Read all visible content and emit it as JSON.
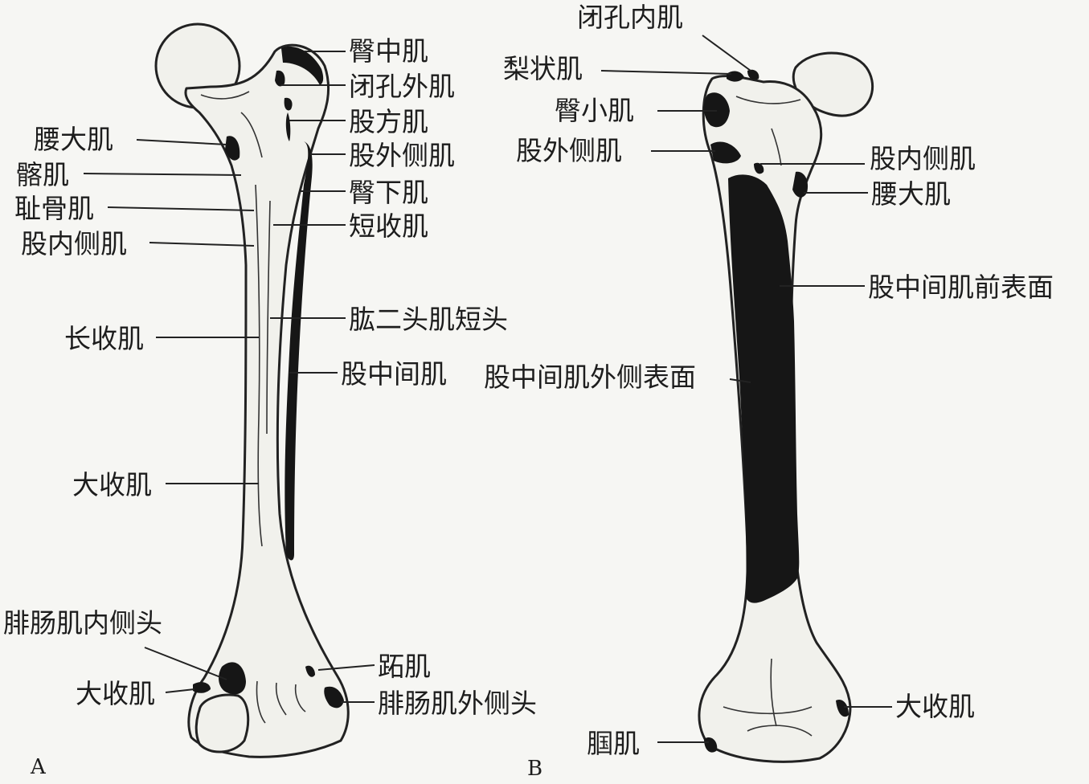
{
  "panel_a": {
    "letter": "A",
    "labels": {
      "gluteus_medius": "臀中肌",
      "obturator_externus": "闭孔外肌",
      "quadratus_femoris": "股方肌",
      "vastus_lateralis": "股外侧肌",
      "gluteus_inferior": "臀下肌",
      "adductor_brevis": "短收肌",
      "biceps_short_head": "肱二头肌短头",
      "vastus_intermedius": "股中间肌",
      "psoas_major": "腰大肌",
      "iliacus": "髂肌",
      "pectineus": "耻骨肌",
      "vastus_medialis": "股内侧肌",
      "adductor_longus": "长收肌",
      "adductor_magnus_shaft": "大收肌",
      "gastrocnemius_medial": "腓肠肌内侧头",
      "adductor_magnus_condyle": "大收肌",
      "plantaris": "跖肌",
      "gastrocnemius_lateral": "腓肠肌外侧头"
    }
  },
  "panel_b": {
    "letter": "B",
    "labels": {
      "obturator_internus": "闭孔内肌",
      "piriformis": "梨状肌",
      "gluteus_minimus": "臀小肌",
      "vastus_lateralis": "股外侧肌",
      "vastus_medialis": "股内侧肌",
      "psoas_major": "腰大肌",
      "vastus_intermedius_anterior": "股中间肌前表面",
      "vastus_intermedius_lateral": "股中间肌外侧表面",
      "adductor_magnus": "大收肌",
      "popliteus": "腘肌"
    }
  }
}
